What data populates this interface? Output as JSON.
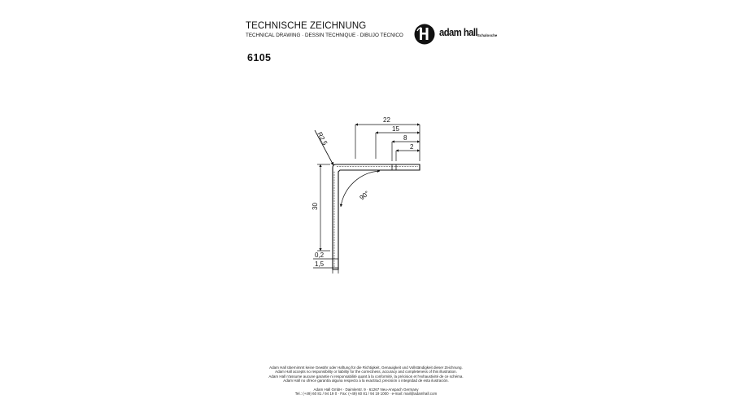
{
  "header": {
    "title": "TECHNISCHE ZEICHNUNG",
    "subtitle": "TECHNICAL DRAWING · DESSIN TECHNIQUE · DIBUJO TECNICO",
    "article_number": "6105"
  },
  "logo": {
    "brand": "adam hall",
    "sub": "Schalosche",
    "icon": "adam-hall-ah-logo-icon"
  },
  "drawing": {
    "dimensions": {
      "radius": "R2,5",
      "width_total": "22",
      "width_15": "15",
      "width_8": "8",
      "width_2": "2",
      "height": "30",
      "angle": "90°",
      "thickness_02": "0,2",
      "thickness_15": "1,5"
    }
  },
  "footer": {
    "lines": [
      "Adam Hall übernimmt keine Gewähr oder Haftung für die Richtigkeit, Genauigkeit und Vollständigkeit dieser Zeichnung.",
      "Adam Hall accepts no responsibility or liability for the correctness, accuracy and completeness of this illustration.",
      "Adam Hall n'assume aucune garantie ni responsabilité quant à la conformité, la précision et l'exhaustivité de ce schéma.",
      "Adam Hall no ofrece garantía alguna respecto a la exactitud, precisión o integridad de esta ilustración."
    ],
    "company": "Adam Hall GmbH · Daimlerstr. 9 · 61267 Neu-Anspach Germany",
    "contact": "Tel.: (+49) 60 81 / 94 19 0 · Fax: (+49) 60 81 / 94 19 1000 · e-mail: mail@adamhall.com"
  }
}
